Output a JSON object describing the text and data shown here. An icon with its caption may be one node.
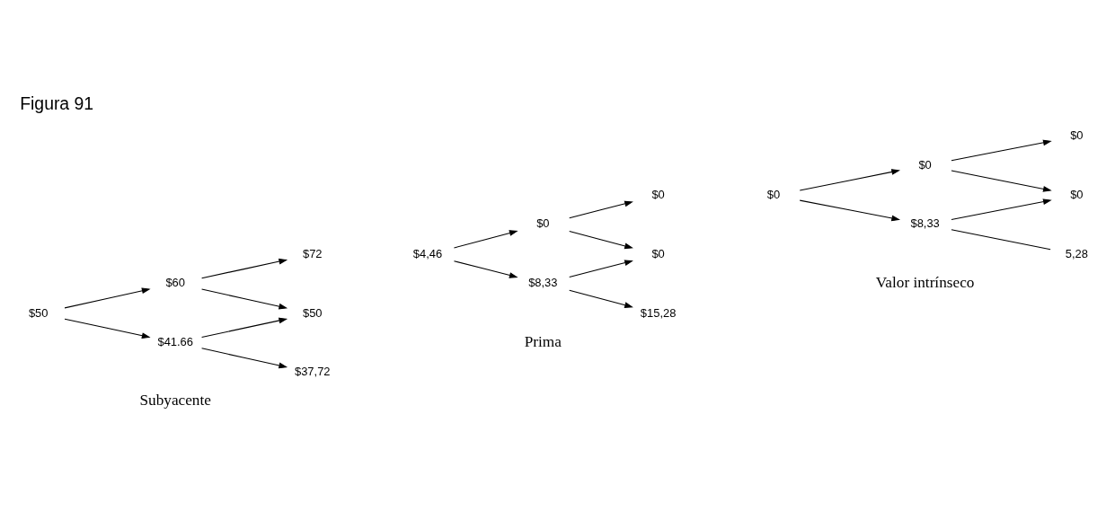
{
  "diagram": {
    "title": "Figura 91",
    "nodes": [
      {
        "text": [
          "$50"
        ]
      },
      {
        "text": [
          "$60"
        ]
      },
      {
        "text": [
          "$41.66"
        ]
      },
      {
        "text": [
          "$72"
        ]
      },
      {
        "text": [
          "$50"
        ]
      },
      {
        "text": [
          "$37,72"
        ]
      },
      {
        "text": [
          "$4,46"
        ]
      },
      {
        "text": [
          "$0"
        ]
      },
      {
        "text": [
          "$8,33"
        ]
      },
      {
        "text": [
          "$0"
        ]
      },
      {
        "text": [
          "$0"
        ]
      },
      {
        "text": [
          "$15,28"
        ]
      },
      {
        "text": [
          "$0"
        ]
      },
      {
        "text": [
          "$0"
        ]
      },
      {
        "text": [
          "$8,33"
        ]
      },
      {
        "text": [
          "$0"
        ]
      },
      {
        "text": [
          "$0"
        ]
      },
      {
        "text": [
          "5,28"
        ]
      }
    ],
    "edges": [
      {
        "from": 0,
        "to": 1,
        "arrow": "to"
      },
      {
        "from": 0,
        "to": 2,
        "arrow": "to"
      },
      {
        "from": 1,
        "to": 3,
        "arrow": "to"
      },
      {
        "from": 1,
        "to": 4,
        "arrow": "to"
      },
      {
        "from": 2,
        "to": 4,
        "arrow": "to"
      },
      {
        "from": 2,
        "to": 5,
        "arrow": "to"
      },
      {
        "from": 6,
        "to": 7,
        "arrow": "to"
      },
      {
        "from": 6,
        "to": 8,
        "arrow": "to"
      },
      {
        "from": 7,
        "to": 9,
        "arrow": "to"
      },
      {
        "from": 7,
        "to": 10,
        "arrow": "to"
      },
      {
        "from": 8,
        "to": 10,
        "arrow": "to"
      },
      {
        "from": 8,
        "to": 11,
        "arrow": "to"
      },
      {
        "from": 12,
        "to": 13,
        "arrow": "to"
      },
      {
        "from": 12,
        "to": 14,
        "arrow": "to"
      },
      {
        "from": 13,
        "to": 15,
        "arrow": "to"
      },
      {
        "from": 13,
        "to": 16,
        "arrow": "to"
      },
      {
        "from": 14,
        "to": 16,
        "arrow": "to"
      },
      {
        "from": 14,
        "to": 17,
        "arrow": "none"
      }
    ],
    "labels": [
      "Subyacente",
      "Prima",
      "Valor intrínseco"
    ]
  }
}
